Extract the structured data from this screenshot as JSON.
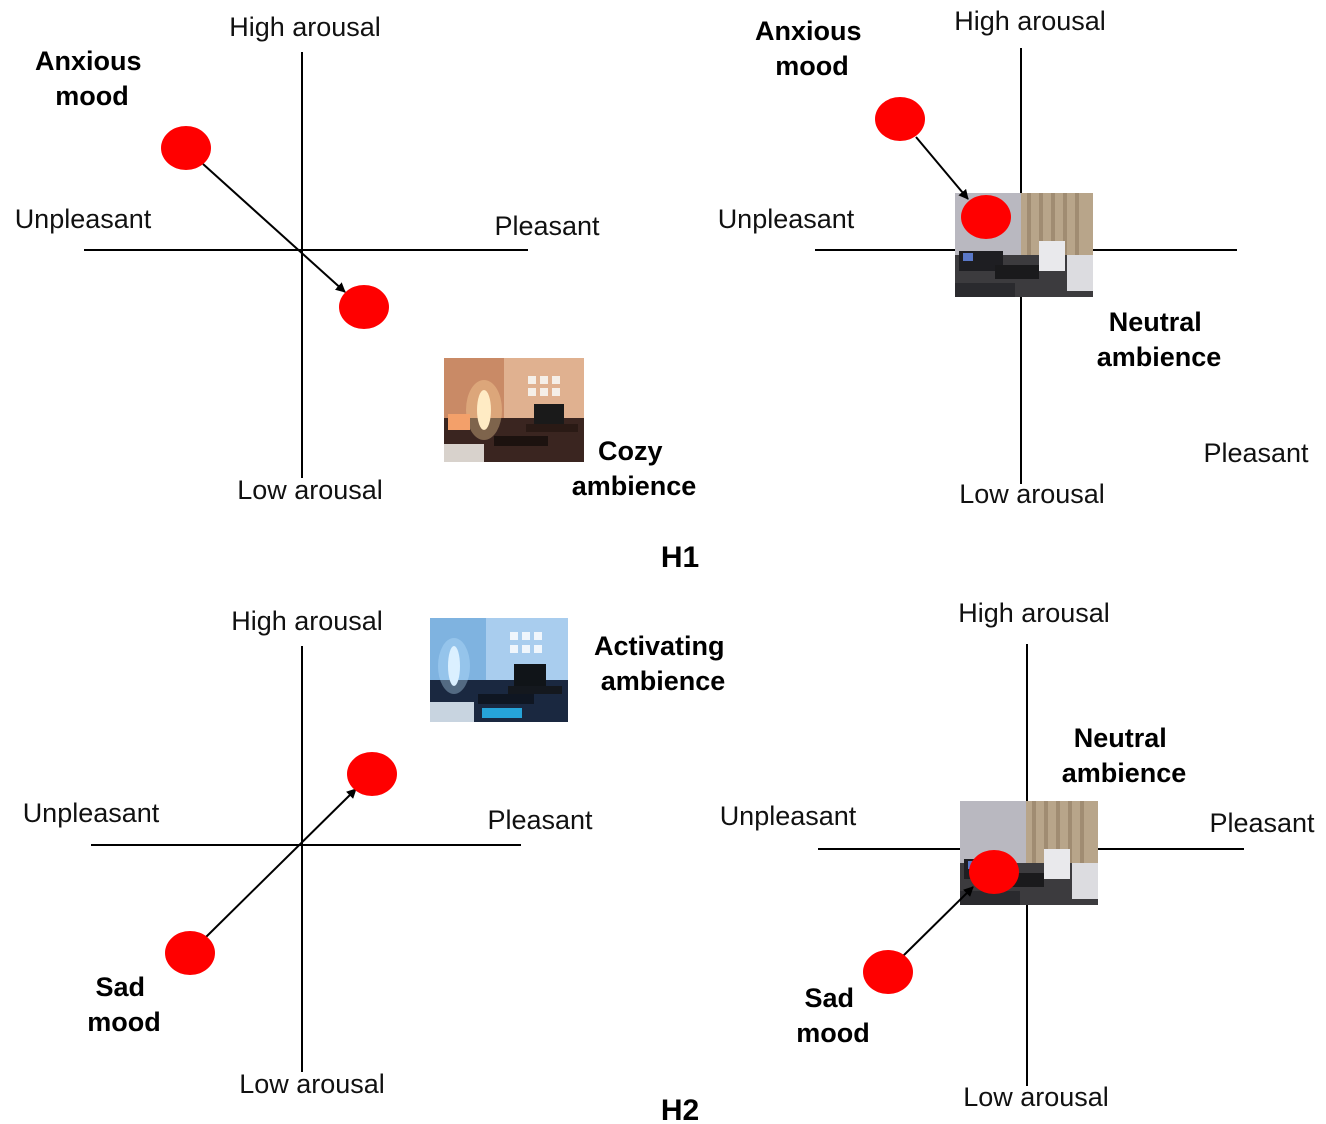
{
  "colors": {
    "mood_dot": "#ff0000",
    "axis": "#000000",
    "background": "#ffffff"
  },
  "sections": [
    {
      "label": "H1"
    },
    {
      "label": "H2"
    }
  ],
  "panels": [
    {
      "id": "h1-left",
      "axes": {
        "top": "High arousal",
        "bottom": "Low arousal",
        "left": "Unpleasant",
        "right": "Pleasant"
      },
      "mood": {
        "line1": "Anxious",
        "line2": "mood"
      },
      "ambience": {
        "line1": "Cozy",
        "line2": "ambience",
        "image": "cozy-room-photo"
      }
    },
    {
      "id": "h1-right",
      "axes": {
        "top": "High arousal",
        "bottom": "Low arousal",
        "left": "Unpleasant",
        "right": "Pleasant"
      },
      "mood": {
        "line1": "Anxious",
        "line2": "mood"
      },
      "ambience": {
        "line1": "Neutral",
        "line2": "ambience",
        "image": "neutral-room-photo"
      }
    },
    {
      "id": "h2-left",
      "axes": {
        "top": "High arousal",
        "bottom": "Low arousal",
        "left": "Unpleasant",
        "right": "Pleasant"
      },
      "mood": {
        "line1": "Sad",
        "line2": "mood"
      },
      "ambience": {
        "line1": "Activating",
        "line2": "ambience",
        "image": "activating-room-photo"
      }
    },
    {
      "id": "h2-right",
      "axes": {
        "top": "High arousal",
        "bottom": "Low arousal",
        "left": "Unpleasant",
        "right": "Pleasant"
      },
      "mood": {
        "line1": "Sad",
        "line2": "mood"
      },
      "ambience": {
        "line1": "Neutral",
        "line2": "ambience",
        "image": "neutral-room-photo"
      }
    }
  ]
}
